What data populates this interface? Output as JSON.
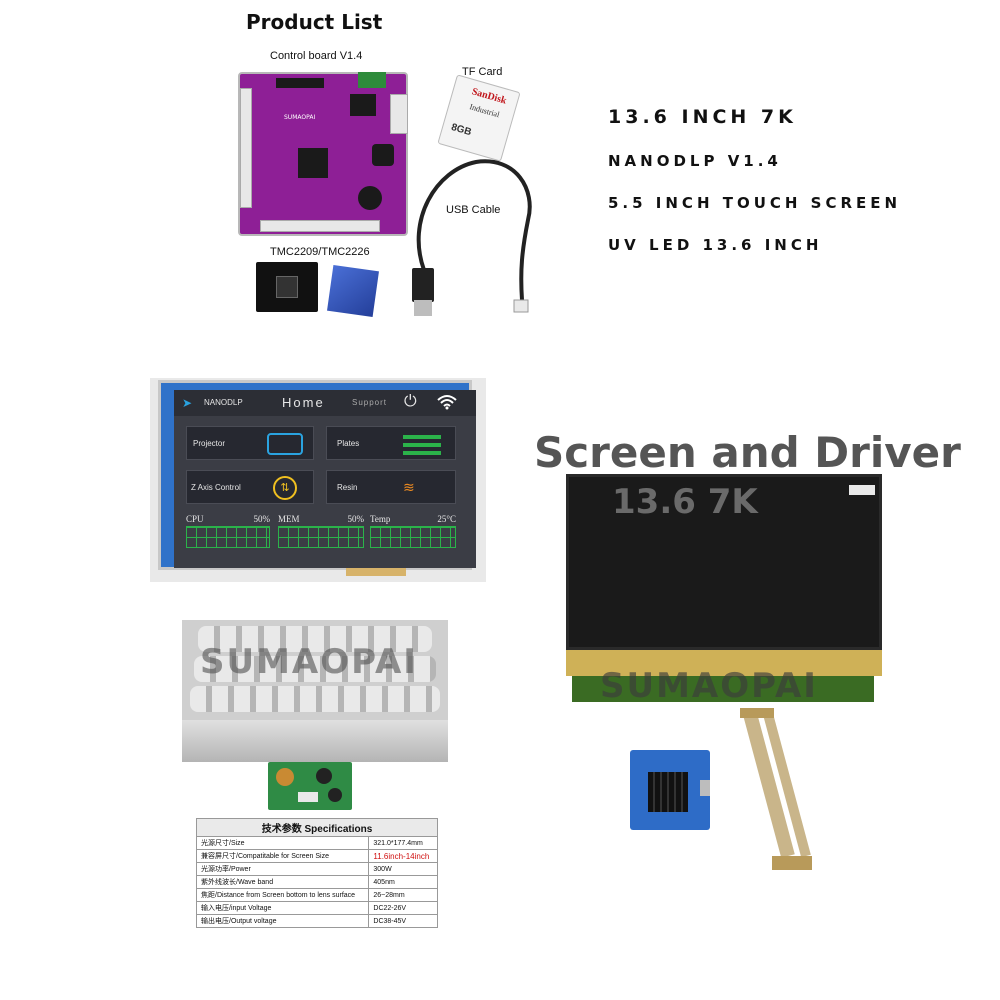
{
  "product_list": {
    "title": "Product List",
    "control_board_label": "Control board V1.4",
    "tf_card_label": "TF Card",
    "tf_card_brand": "SanDisk",
    "tf_card_text": "Industrial",
    "tf_card_size": "8GB",
    "usb_cable_label": "USB Cable",
    "driver_label": "TMC2209/TMC2226",
    "board_brand": "SUMAOPAI"
  },
  "specs": [
    "13.6 INCH 7K",
    "NANODLP V1.4",
    "5.5 INCH TOUCH SCREEN",
    "UV LED 13.6 INCH"
  ],
  "touch_screen": {
    "brand": "NANODLP",
    "title": "Home",
    "support": "Support",
    "tiles": [
      {
        "label": "Projector"
      },
      {
        "label": "Plates"
      },
      {
        "label": "Z Axis Control"
      },
      {
        "label": "Resin"
      }
    ],
    "stats": [
      {
        "name": "CPU",
        "value": "50%"
      },
      {
        "name": "MEM",
        "value": "50%"
      },
      {
        "name": "Temp",
        "value": "25°C"
      }
    ]
  },
  "screen_driver": {
    "heading": "Screen and Driver",
    "subheading": "13.6 7K"
  },
  "watermark": "SUMAOPAI",
  "spec_table": {
    "title": "技术参数 Specifications",
    "rows": [
      {
        "label": "光源尺寸/Size",
        "value": "321.0*177.4mm"
      },
      {
        "label": "兼容屏尺寸/Compatitable for Screen Size",
        "value": "11.6inch-14inch"
      },
      {
        "label": "光源功率/Power",
        "value": "300W"
      },
      {
        "label": "紫外线波长/Wave band",
        "value": "405nm"
      },
      {
        "label": "焦距/Distance from Screen bottom to lens surface",
        "value": "26~28mm"
      },
      {
        "label": "输入电压/input Voltage",
        "value": "DC22-26V"
      },
      {
        "label": "输出电压/Output voltage",
        "value": "DC38-45V"
      }
    ]
  },
  "colors": {
    "board": "#8e1f96",
    "touch_frame": "#2f72c9",
    "highlight_red": "#d01010",
    "icon_blue": "#2aa3e0",
    "icon_green": "#2bb34a",
    "icon_yellow": "#f0c020",
    "icon_orange": "#f08c20"
  }
}
